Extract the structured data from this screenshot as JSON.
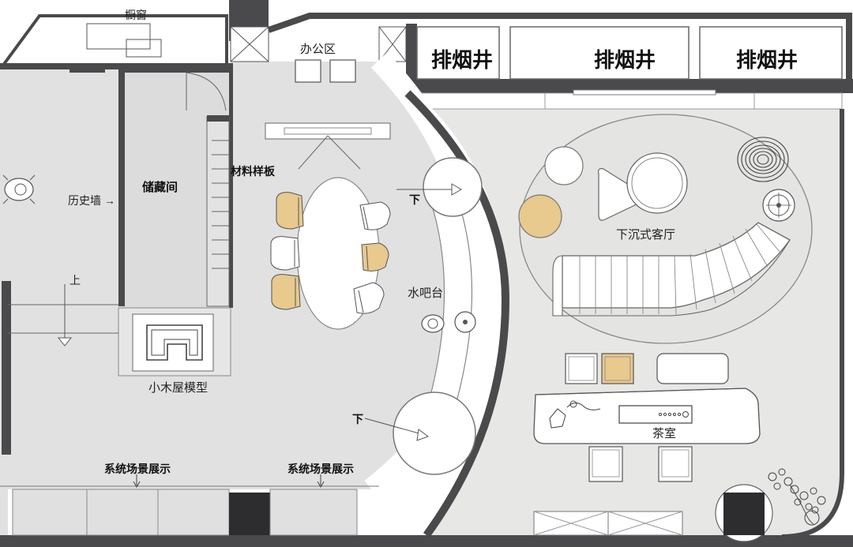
{
  "labels": {
    "display_window": "橱窗",
    "office_area": "办公区",
    "exhaust_shaft_1": "排烟井",
    "exhaust_shaft_2": "排烟井",
    "exhaust_shaft_3": "排烟井",
    "history_wall": "历史墙 →",
    "storage_room": "储藏间",
    "material_samples": "材料样板",
    "down_1": "下",
    "down_2": "下",
    "up": "上",
    "water_bar": "水吧台",
    "sunken_living_room": "下沉式客厅",
    "cabin_model": "小木屋模型",
    "tea_room": "茶室",
    "scene_display_1": "系统场景展示",
    "scene_display_2": "系统场景展示"
  },
  "colors": {
    "wall": "#4a4a4c",
    "floor": "#e1e1e1",
    "floor_light": "#e7e7e5",
    "accent_chair": "#e8c98e",
    "furniture": "#ffffff",
    "line": "#8a8a8a"
  }
}
